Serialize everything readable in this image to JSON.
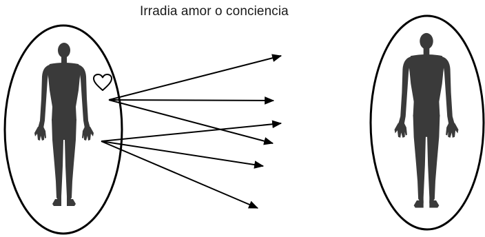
{
  "caption": "Irradia amor o conciencia",
  "icons": {
    "heart": "heart-outline-icon",
    "person": "human-silhouette"
  },
  "colors": {
    "ink": "#000000",
    "silhouette": "#3a3a3a",
    "background": "#ffffff"
  },
  "left_figure": {
    "arrow_groups": [
      {
        "origin": "chest",
        "count": 3
      },
      {
        "origin": "hand",
        "count": 3
      }
    ]
  }
}
